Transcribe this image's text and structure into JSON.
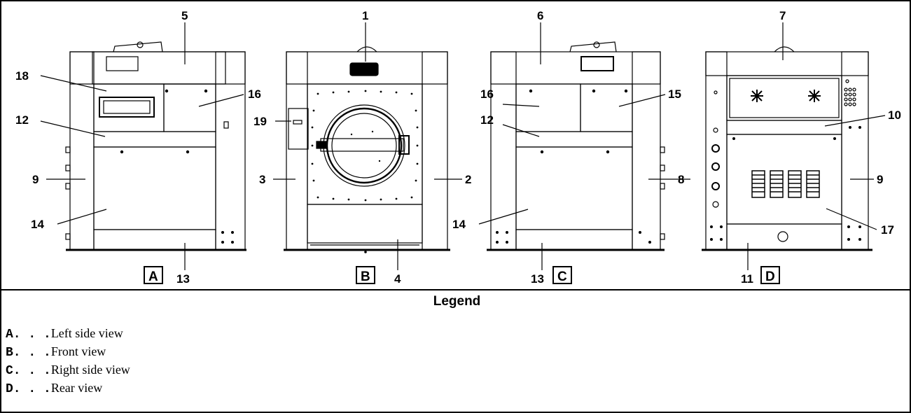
{
  "callouts": {
    "n1": "1",
    "n2": "2",
    "n3": "3",
    "n4": "4",
    "n5": "5",
    "n6": "6",
    "n7": "7",
    "n8": "8",
    "n9": "9",
    "n10": "10",
    "n11": "11",
    "n12": "12",
    "n13": "13",
    "n14": "14",
    "n15": "15",
    "n16": "16",
    "n17": "17",
    "n18": "18",
    "n19": "19"
  },
  "views": {
    "a": "A",
    "b": "B",
    "c": "C",
    "d": "D"
  },
  "legend": {
    "title": "Legend",
    "items": [
      {
        "code": "A. . .",
        "text": "Left side view"
      },
      {
        "code": "B. . .",
        "text": "Front view"
      },
      {
        "code": "C. . .",
        "text": "Right side view"
      },
      {
        "code": "D. . .",
        "text": "Rear view"
      }
    ]
  },
  "colors": {
    "line": "#000000",
    "background": "#ffffff",
    "fill": "#ffffff"
  }
}
